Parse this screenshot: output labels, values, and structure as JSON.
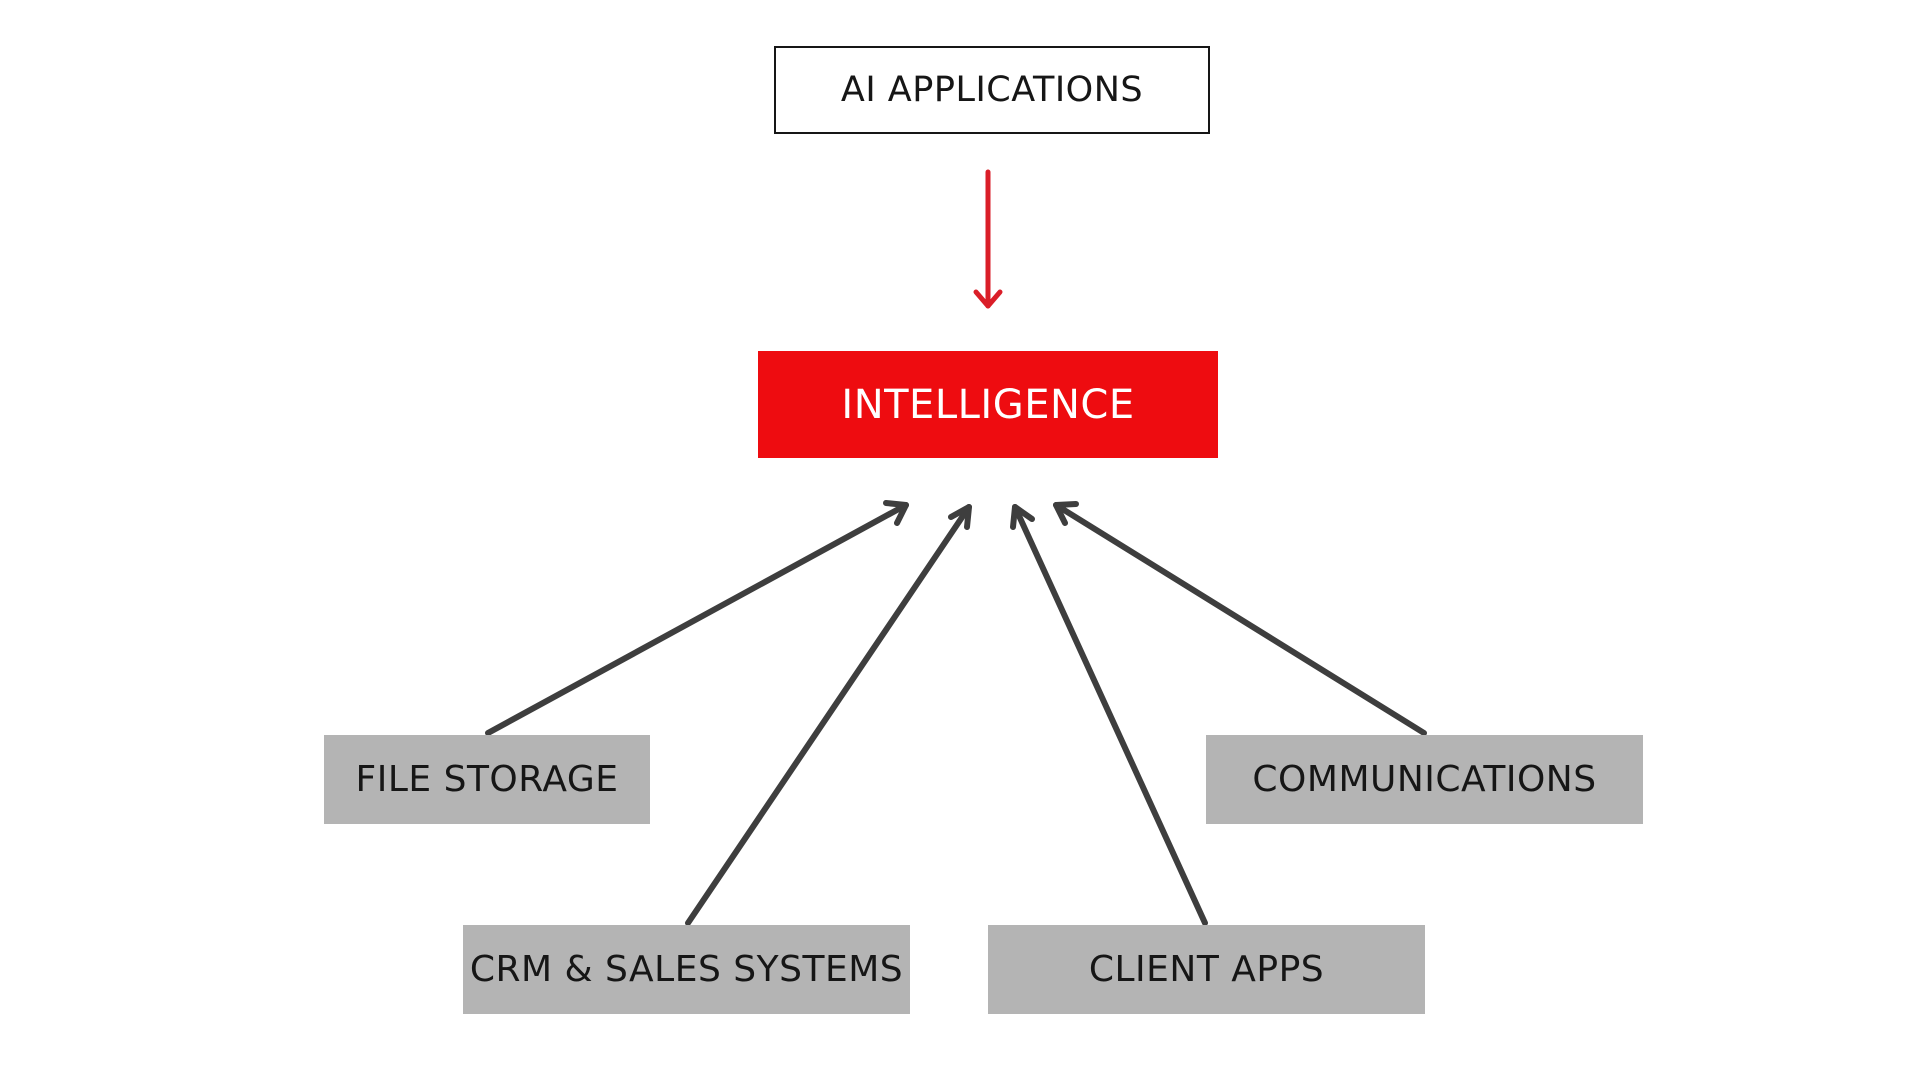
{
  "diagram": {
    "top_node": {
      "label": "AI APPLICATIONS"
    },
    "hub_node": {
      "label": "INTELLIGENCE"
    },
    "sources": [
      {
        "label": "FILE STORAGE"
      },
      {
        "label": "COMMUNICATIONS"
      },
      {
        "label": "CRM & SALES SYSTEMS"
      },
      {
        "label": "CLIENT APPS"
      }
    ],
    "edges": [
      {
        "from": "AI APPLICATIONS",
        "to": "INTELLIGENCE"
      },
      {
        "from": "FILE STORAGE",
        "to": "INTELLIGENCE"
      },
      {
        "from": "CRM & SALES SYSTEMS",
        "to": "INTELLIGENCE"
      },
      {
        "from": "CLIENT APPS",
        "to": "INTELLIGENCE"
      },
      {
        "from": "COMMUNICATIONS",
        "to": "INTELLIGENCE"
      }
    ]
  },
  "colors": {
    "hub_fill": "#ee0c10",
    "top_arrow": "#da1e28",
    "source_fill": "#b4b4b4",
    "source_arrow": "#3e3e3e",
    "text_dark": "#161616"
  }
}
